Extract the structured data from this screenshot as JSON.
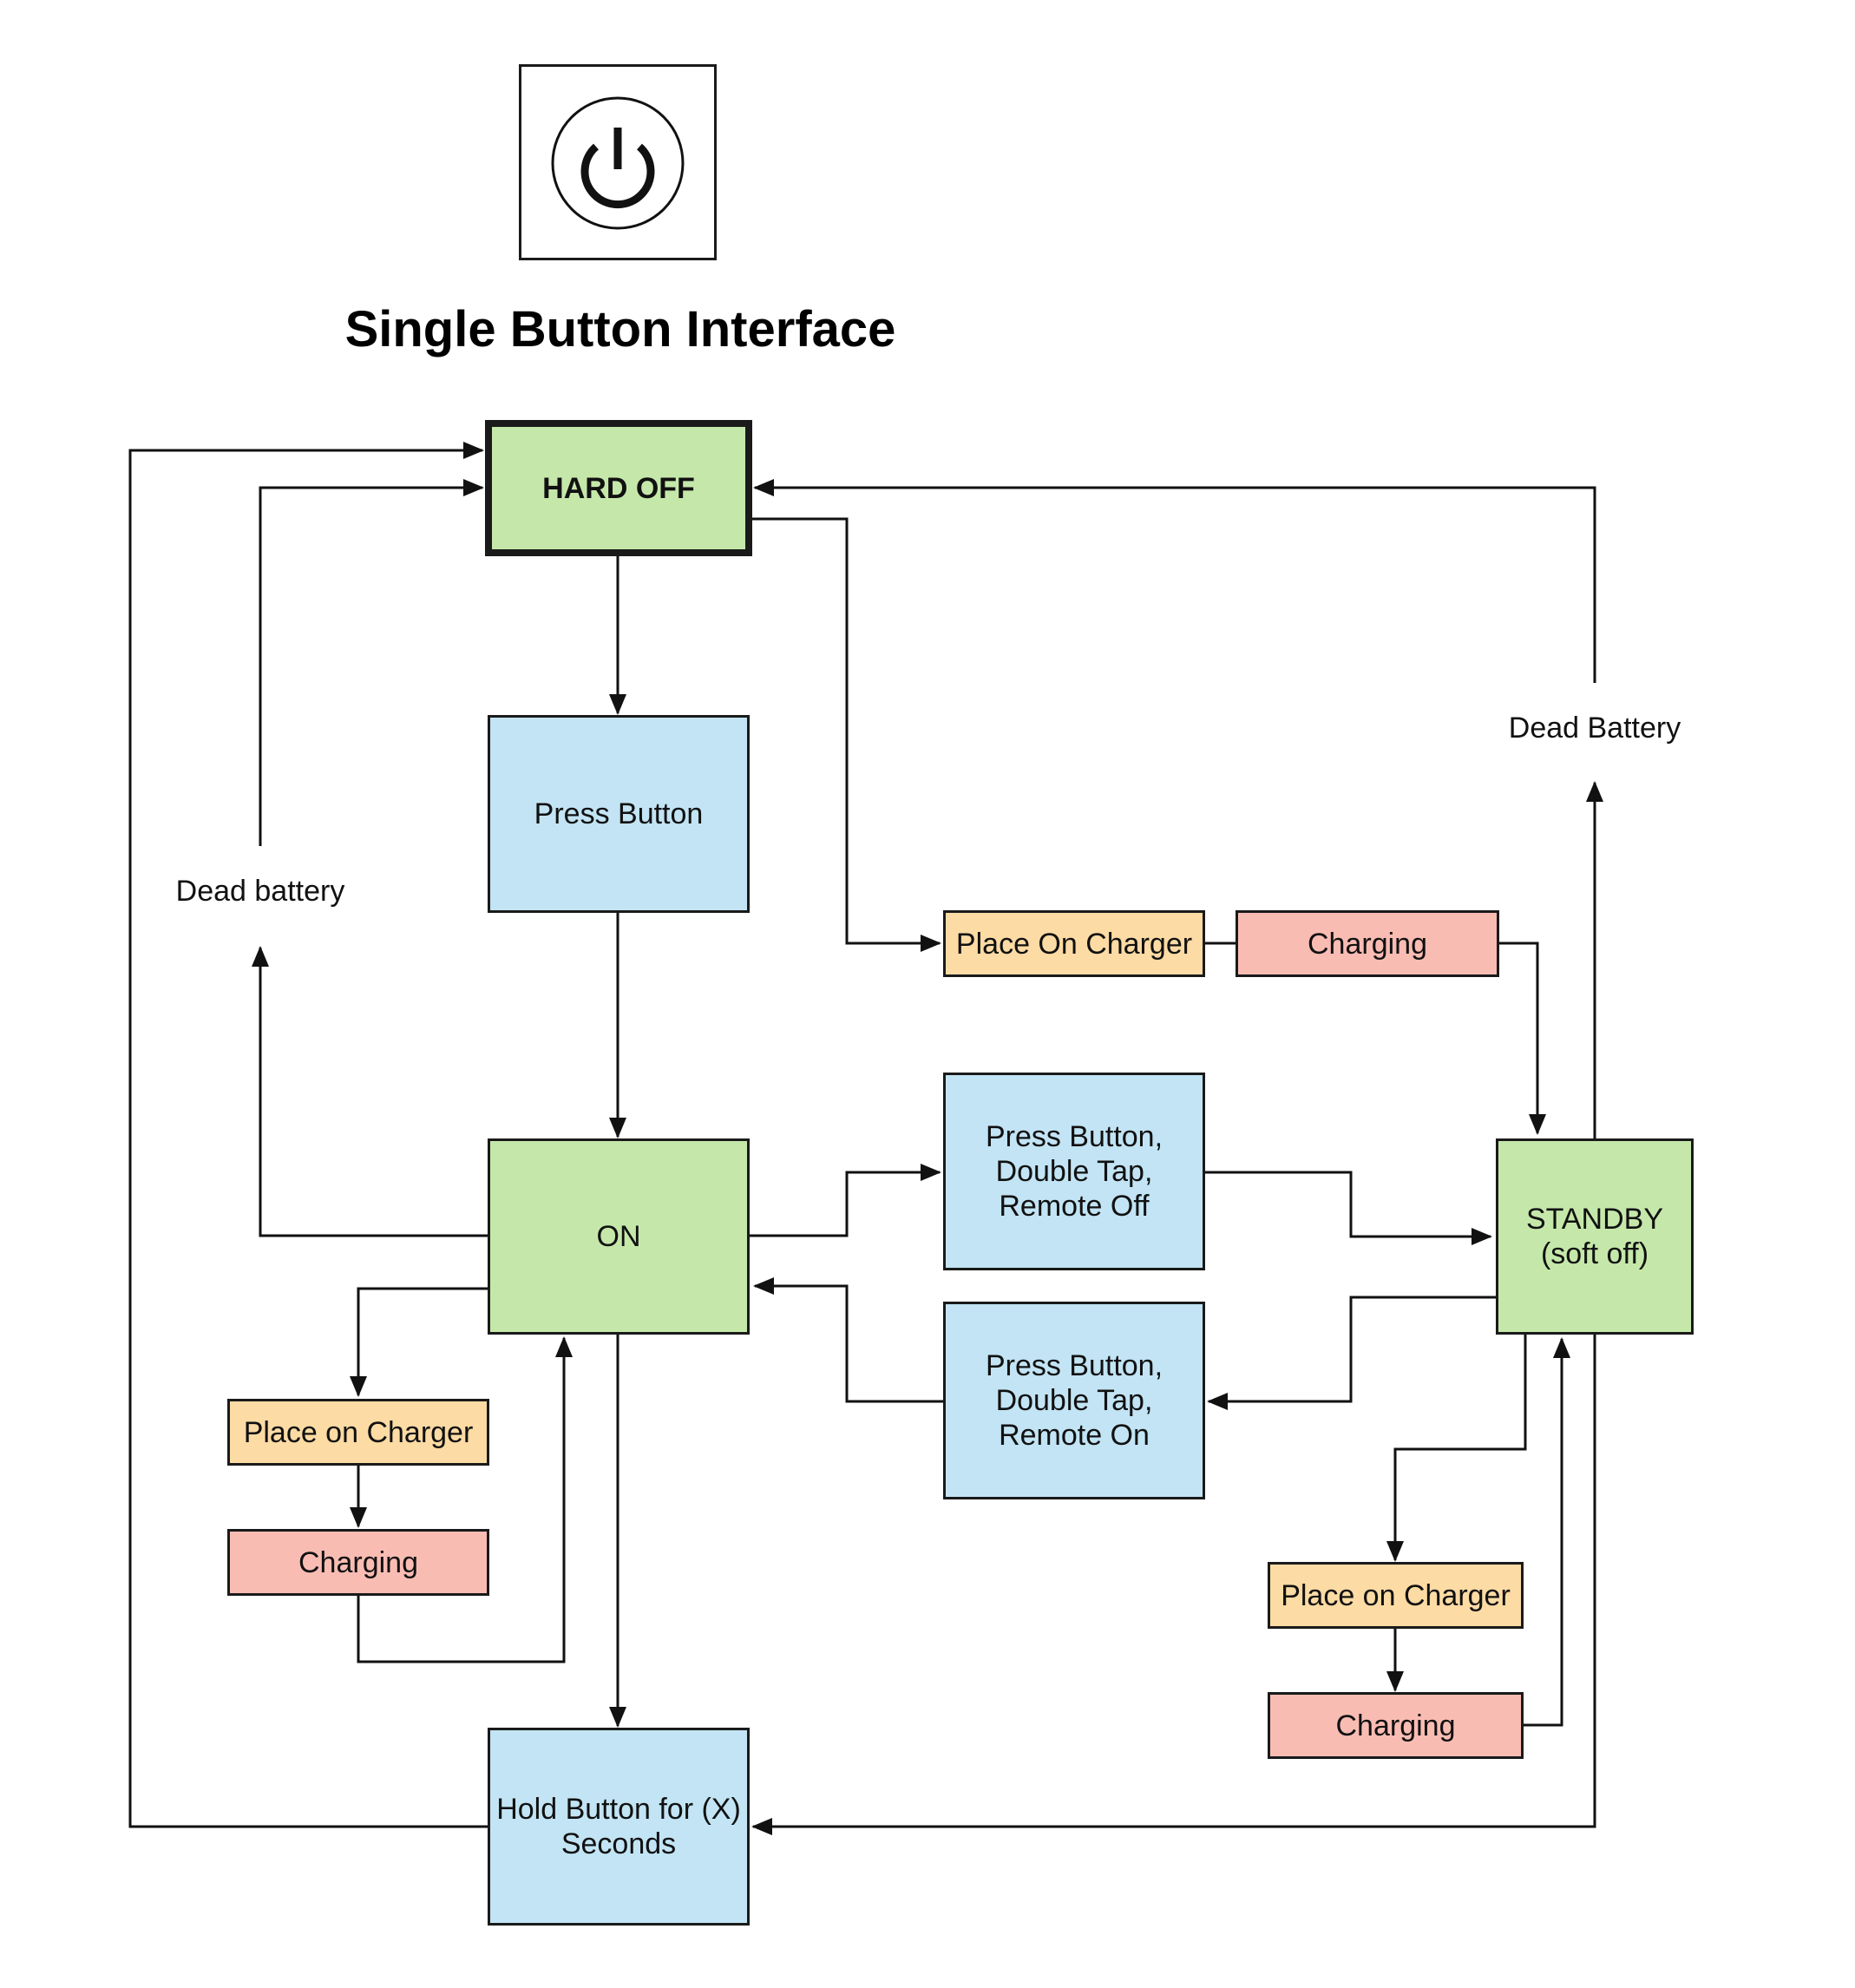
{
  "title": "Single Button Interface",
  "icon": "power-icon",
  "colors": {
    "state_green": "#c5e8aa",
    "action_blue": "#c2e4f4",
    "charger_orange": "#fcdba4",
    "charging_pink": "#f9bcb3",
    "line": "#1a1a1a"
  },
  "nodes": {
    "hard_off": "HARD OFF",
    "press_button": "Press Button",
    "on": "ON",
    "standby": "STANDBY\n(soft off)",
    "press_off": "Press Button,\nDouble Tap,\nRemote Off",
    "press_on": "Press Button,\nDouble Tap,\nRemote On",
    "hold_button": "Hold Button for (X)\nSeconds",
    "place_on_charger_top": "Place On Charger",
    "charging_top": "Charging",
    "place_on_charger_left": "Place on Charger",
    "charging_left": "Charging",
    "place_on_charger_right": "Place on Charger",
    "charging_right": "Charging"
  },
  "labels": {
    "dead_battery_left": "Dead battery",
    "dead_battery_right": "Dead Battery"
  }
}
